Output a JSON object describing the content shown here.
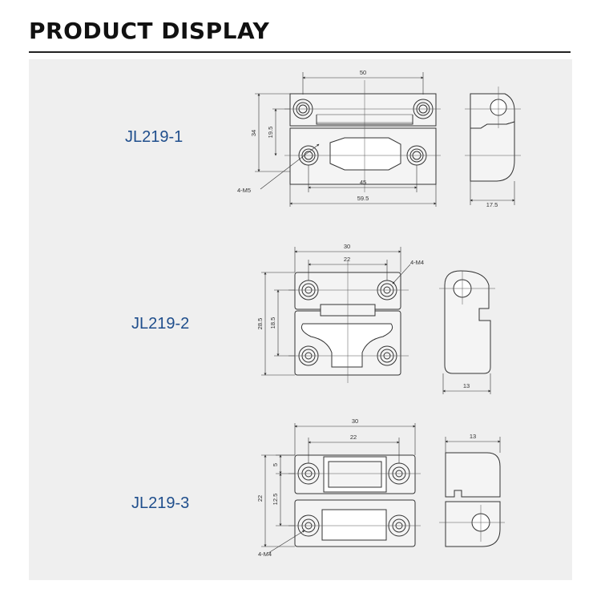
{
  "header": {
    "title": "PRODUCT DISPLAY"
  },
  "products": [
    {
      "model": "JL219-1",
      "dims": {
        "width_total": "50",
        "height_total": "34",
        "height_inner": "19.5",
        "hole_spacing": "45",
        "base_width": "59.5",
        "depth": "17.5",
        "thread": "4-M5"
      }
    },
    {
      "model": "JL219-2",
      "dims": {
        "width_total": "30",
        "hole_spacing": "22",
        "height_total": "28.5",
        "height_inner": "18.5",
        "depth": "13",
        "thread": "4-M4"
      }
    },
    {
      "model": "JL219-3",
      "dims": {
        "width_total": "30",
        "hole_spacing": "22",
        "top_offset": "5",
        "height_inner": "12.5",
        "height_total": "22",
        "depth": "13",
        "thread": "4-M4"
      }
    }
  ]
}
